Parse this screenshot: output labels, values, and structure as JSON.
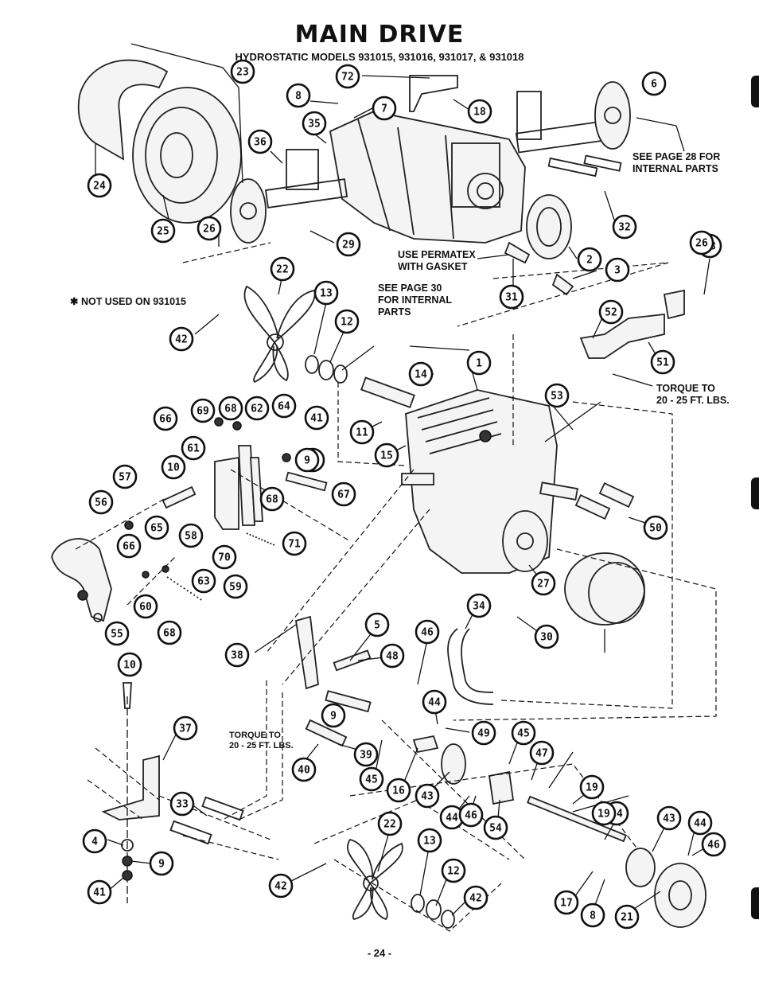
{
  "header": {
    "title": "MAIN DRIVE",
    "subtitle": "HYDROSTATIC MODELS 931015, 931016, 931017, & 931018"
  },
  "notes": {
    "not_used": "✱ NOT USED ON 931015",
    "see_page_28": "SEE PAGE 28 FOR\nINTERNAL PARTS",
    "use_permatex": "USE PERMATEX\nWITH GASKET",
    "see_page_30": "SEE PAGE 30\nFOR INTERNAL\nPARTS",
    "torque_right": "TORQUE TO\n20 - 25 FT. LBS.",
    "torque_left": "TORQUE TO\n20 - 25 FT. LBS."
  },
  "footer": {
    "page_number": "- 24 -"
  },
  "callouts": [
    "72",
    "23",
    "8",
    "7",
    "18",
    "6",
    "35",
    "36",
    "24",
    "25",
    "26",
    "29",
    "32",
    "2",
    "3",
    "28",
    "22",
    "13",
    "12",
    "42",
    "31",
    "52",
    "1",
    "14",
    "51",
    "53",
    "11",
    "15",
    "66",
    "69",
    "68",
    "62",
    "64",
    "41",
    "61",
    "10",
    "9",
    "67",
    "57",
    "56",
    "65",
    "58",
    "71",
    "70",
    "63",
    "59",
    "60",
    "55",
    "50",
    "27",
    "34",
    "30",
    "38",
    "5",
    "48",
    "46",
    "44",
    "49",
    "45",
    "47",
    "16",
    "43",
    "54",
    "19",
    "33",
    "4",
    "37",
    "39",
    "40",
    "17",
    "21"
  ]
}
